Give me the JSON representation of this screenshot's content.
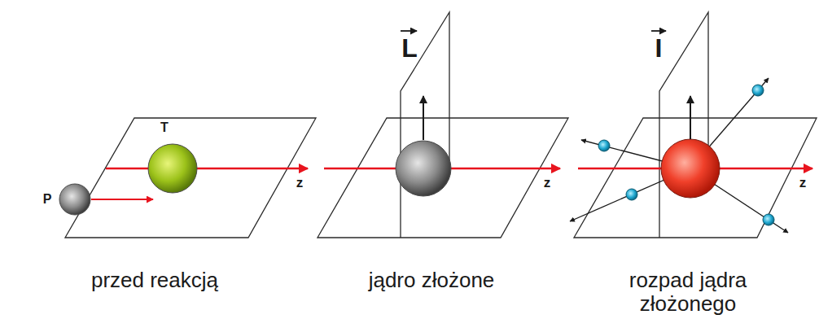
{
  "diagram": {
    "labels": [
      "T",
      "P",
      "z",
      "L",
      "z",
      "I",
      "z",
      "przed reakcją",
      "jądro złożone",
      "rozpad jądra złożonego"
    ]
  }
}
